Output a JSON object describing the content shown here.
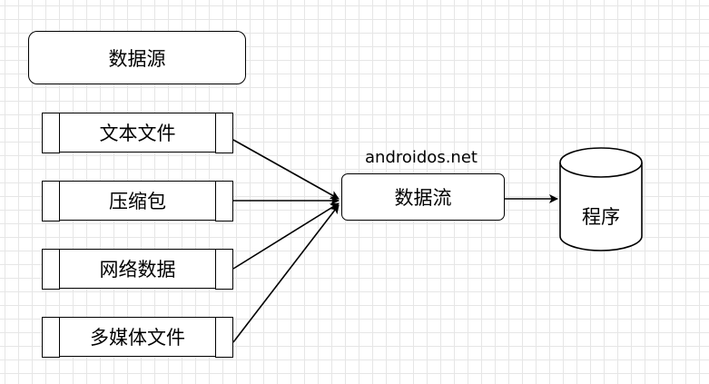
{
  "diagram": {
    "source_title": "数据源",
    "sources": [
      {
        "label": "文本文件"
      },
      {
        "label": "压缩包"
      },
      {
        "label": "网络数据"
      },
      {
        "label": "多媒体文件"
      }
    ],
    "watermark": "androidos.net",
    "stream_label": "数据流",
    "program_label": "程序"
  },
  "colors": {
    "stroke": "#000000",
    "fill": "#ffffff",
    "grid": "#e6e6e6"
  }
}
